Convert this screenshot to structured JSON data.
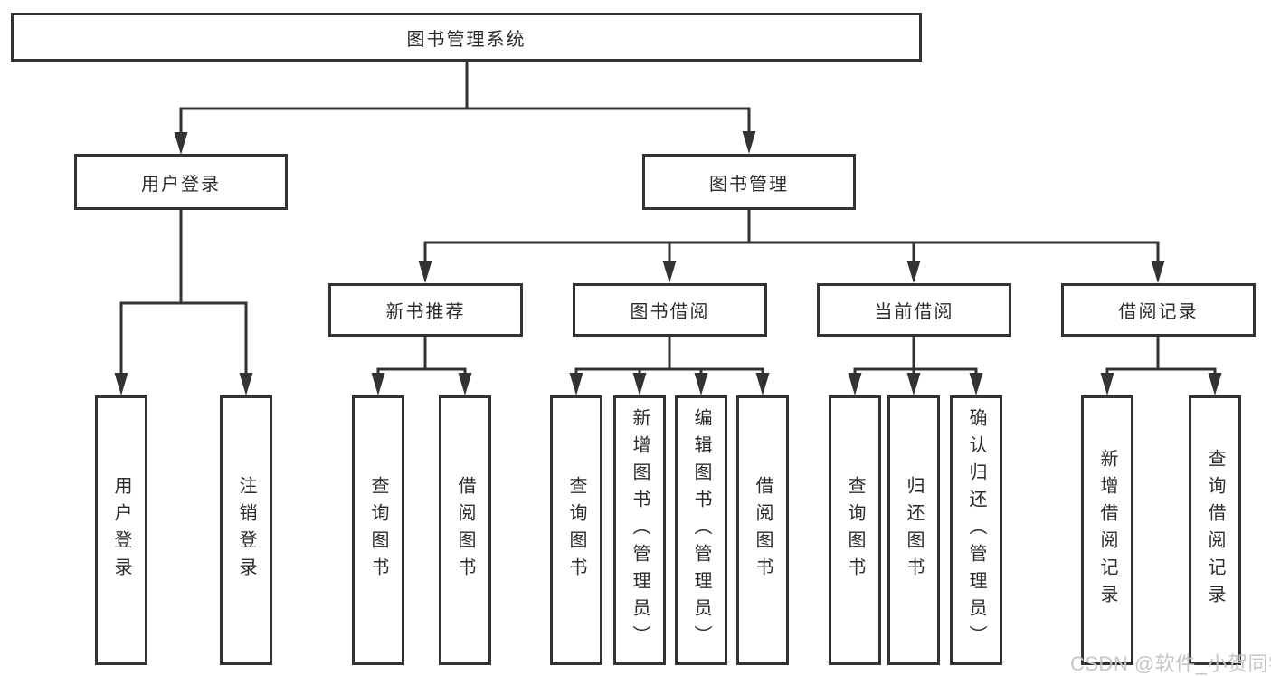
{
  "diagram_title": "图书管理系统",
  "nodes": {
    "root": "图书管理系统",
    "level2": [
      "用户登录",
      "图书管理"
    ],
    "level3": [
      "新书推荐",
      "图书借阅",
      "当前借阅",
      "借阅记录"
    ]
  },
  "leaves": {
    "user": [
      "用户登录",
      "注销登录"
    ],
    "recommend": [
      "查询图书",
      "借阅图书"
    ],
    "borrow": [
      "查询图书",
      "新增图书（管理员）",
      "编辑图书（管理员）",
      "借阅图书"
    ],
    "current": [
      "查询图书",
      "归还图书",
      "确认归还（管理员）"
    ],
    "record": [
      "新增借阅记录",
      "查询借阅记录"
    ]
  },
  "watermark": "CSDN @软件_小贺同学",
  "colors": {
    "line": "#333333",
    "box_border": "#333333",
    "box_background": "#ffffff",
    "text": "#2b2b2b",
    "watermark": "#c6c6c6"
  }
}
